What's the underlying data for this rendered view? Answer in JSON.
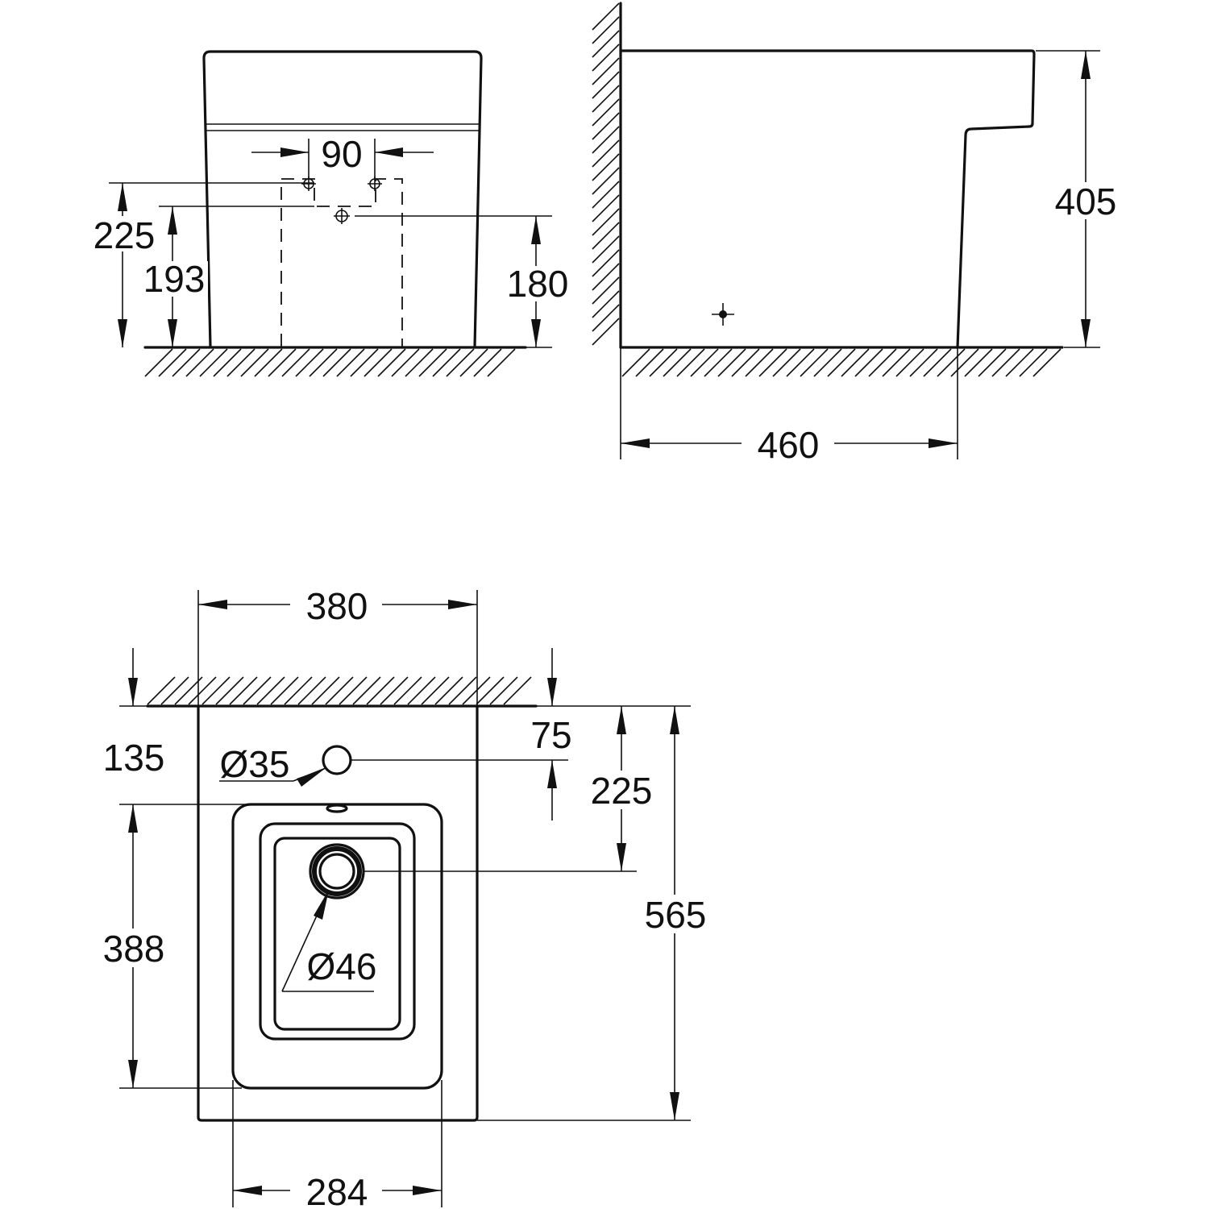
{
  "colors": {
    "line": "#111111",
    "background": "#ffffff"
  },
  "front_view": {
    "dim_tap_spacing": "90",
    "dim_inlet_height_upper": "225",
    "dim_inlet_height_lower": "193",
    "dim_outlet_height": "180"
  },
  "side_view": {
    "dim_height": "405",
    "dim_depth": "460"
  },
  "plan_view": {
    "dim_width": "380",
    "dim_bowl_width": "284",
    "dim_tap_hole_offset": "135",
    "dim_tap_hole_diameter": "Ø35",
    "dim_wall_offset": "75",
    "dim_drain_offset": "225",
    "dim_total_length": "565",
    "dim_bowl_length": "388",
    "dim_drain_diameter": "Ø46"
  }
}
